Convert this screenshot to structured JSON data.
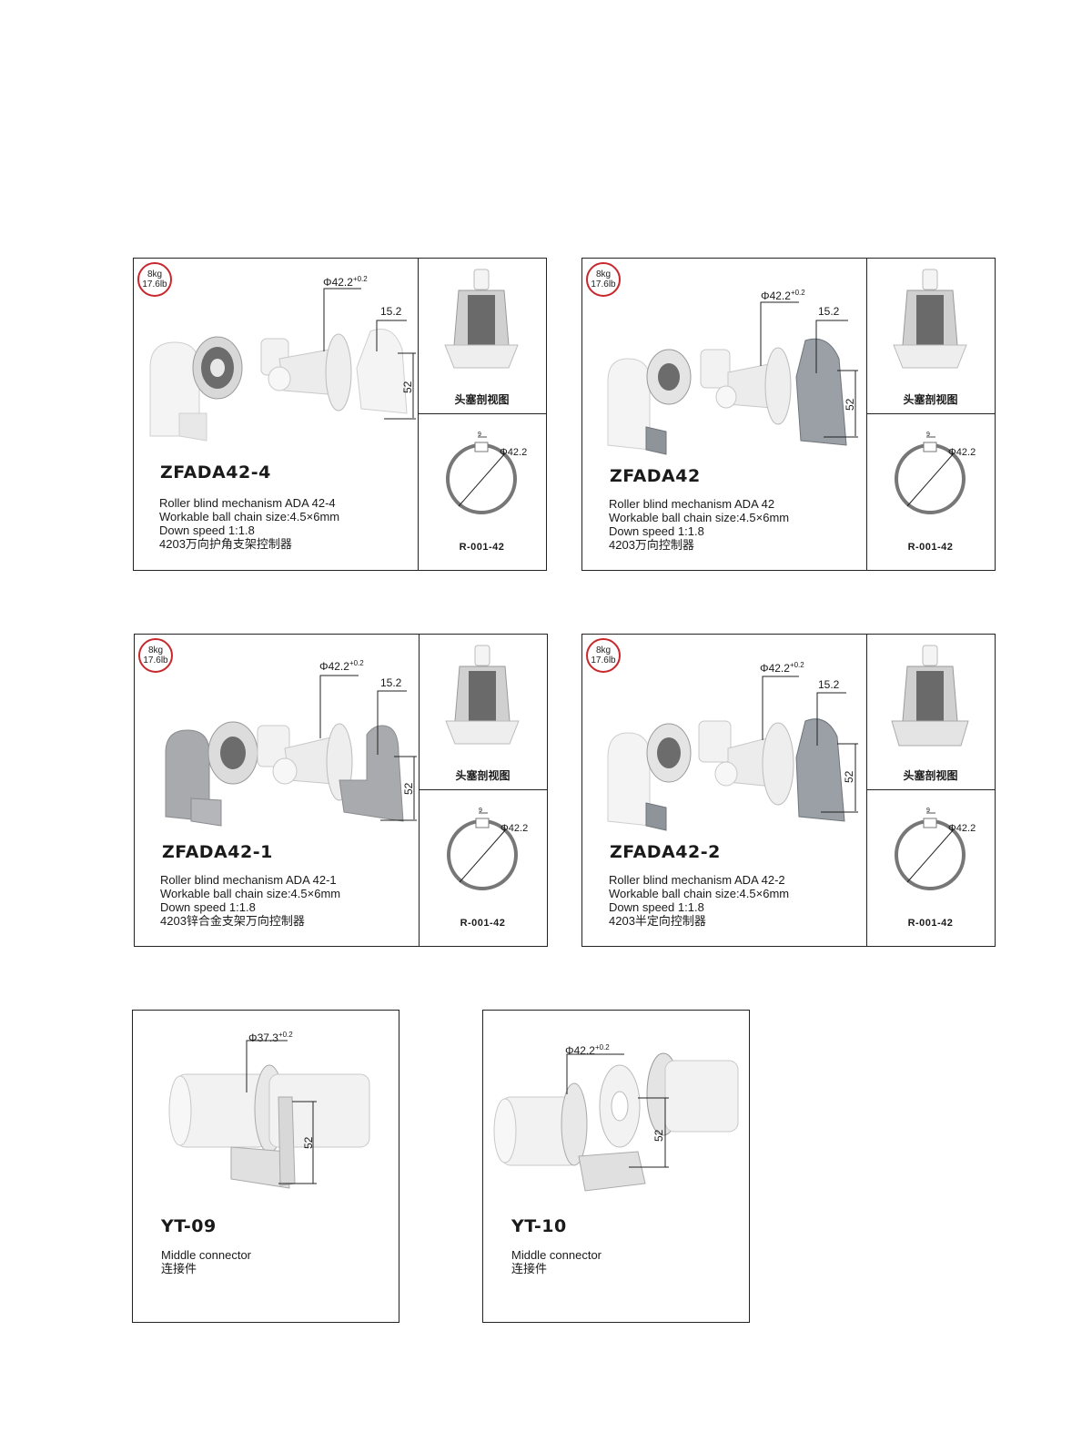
{
  "load_badge": {
    "line1": "8kg",
    "line2": "17.6lb"
  },
  "side": {
    "section_caption": "头塞剖视图",
    "part_code": "R-001-42",
    "tube_dim": "Φ42.2",
    "slot_dim": "9"
  },
  "dims": {
    "phi422": "Φ42.2",
    "phi373": "Φ37.3",
    "tol": "+0.2",
    "width": "15.2",
    "height": "52"
  },
  "products": [
    {
      "model": "ZFADA42-4",
      "line1": "Roller blind mechanism ADA 42-4",
      "line2": "Workable ball chain size:4.5×6mm",
      "line3": "Down speed 1:1.8",
      "line4": "4203万向护角支架控制器"
    },
    {
      "model": "ZFADA42",
      "line1": "Roller blind mechanism ADA 42",
      "line2": "Workable ball chain size:4.5×6mm",
      "line3": "Down speed 1:1.8",
      "line4": "4203万向控制器"
    },
    {
      "model": "ZFADA42-1",
      "line1": "Roller blind mechanism ADA 42-1",
      "line2": "Workable ball chain size:4.5×6mm",
      "line3": "Down speed 1:1.8",
      "line4": "4203锌合金支架万向控制器"
    },
    {
      "model": "ZFADA42-2",
      "line1": "Roller blind mechanism ADA 42-2",
      "line2": "Workable ball chain size:4.5×6mm",
      "line3": "Down speed 1:1.8",
      "line4": "4203半定向控制器"
    }
  ],
  "connectors": [
    {
      "model": "YT-09",
      "line1": "Middle connector",
      "line2": "连接件"
    },
    {
      "model": "YT-10",
      "line1": "Middle connector",
      "line2": "连接件"
    }
  ],
  "colors": {
    "badge": "#c8282d",
    "border": "#222222",
    "part_white": "#f2f2f2",
    "part_grey": "#a8aaad",
    "metal": "#8e9499"
  }
}
